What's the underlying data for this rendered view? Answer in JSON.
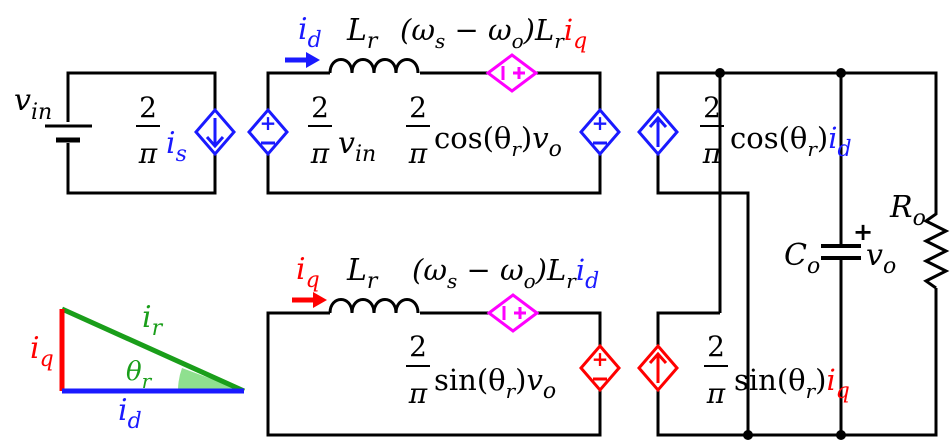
{
  "colors": {
    "wire": "#000000",
    "d_axis": "#1a1aff",
    "q_axis": "#ff0000",
    "dependent_source": "#ff00ff",
    "triangle_hyp": "#1a9e1a",
    "angle_fill": "#8fe08f"
  },
  "top_circuit": {
    "vin": {
      "base": "v",
      "sub": "in"
    },
    "source_is": {
      "num": "2",
      "den": "π",
      "var": "i",
      "sub": "s"
    },
    "src_vin": {
      "num": "2",
      "den": "π",
      "var": "v",
      "sub": "in"
    },
    "src_cos_vo": {
      "num": "2",
      "den": "π",
      "fn": "cos(θ",
      "sub_r": "r",
      "close": ")",
      "var": "v",
      "sub": "o"
    },
    "current_id": {
      "var": "i",
      "sub": "d"
    },
    "inductor": {
      "var": "L",
      "sub": "r"
    },
    "coupling": {
      "open": "(ω",
      "sub_s": "s",
      "minus": " − ω",
      "sub_o": "o",
      "close": ")L",
      "sub_r": "r",
      "var": "i",
      "sub": "q"
    },
    "src_cos_id": {
      "num": "2",
      "den": "π",
      "fn": "cos(θ",
      "sub_r": "r",
      "close": ")",
      "var": "i",
      "sub": "d"
    }
  },
  "bottom_circuit": {
    "current_iq": {
      "var": "i",
      "sub": "q"
    },
    "inductor": {
      "var": "L",
      "sub": "r"
    },
    "coupling": {
      "open": "(ω",
      "sub_s": "s",
      "minus": " − ω",
      "sub_o": "o",
      "close": ")L",
      "sub_r": "r",
      "var": "i",
      "sub": "d"
    },
    "src_sin_vo": {
      "num": "2",
      "den": "π",
      "fn": "sin(θ",
      "sub_r": "r",
      "close": ")",
      "var": "v",
      "sub": "o"
    },
    "src_sin_iq": {
      "num": "2",
      "den": "π",
      "fn": "sin(θ",
      "sub_r": "r",
      "close": ")",
      "var": "i",
      "sub": "q"
    }
  },
  "output": {
    "capacitor": {
      "var": "C",
      "sub": "o"
    },
    "vo": {
      "var": "v",
      "sub": "o",
      "plus": "+"
    },
    "resistor": {
      "var": "R",
      "sub": "o"
    }
  },
  "triangle": {
    "hyp": {
      "var": "i",
      "sub": "r"
    },
    "vert": {
      "var": "i",
      "sub": "q"
    },
    "horiz": {
      "var": "i",
      "sub": "d"
    },
    "angle": {
      "var": "θ",
      "sub": "r"
    }
  }
}
